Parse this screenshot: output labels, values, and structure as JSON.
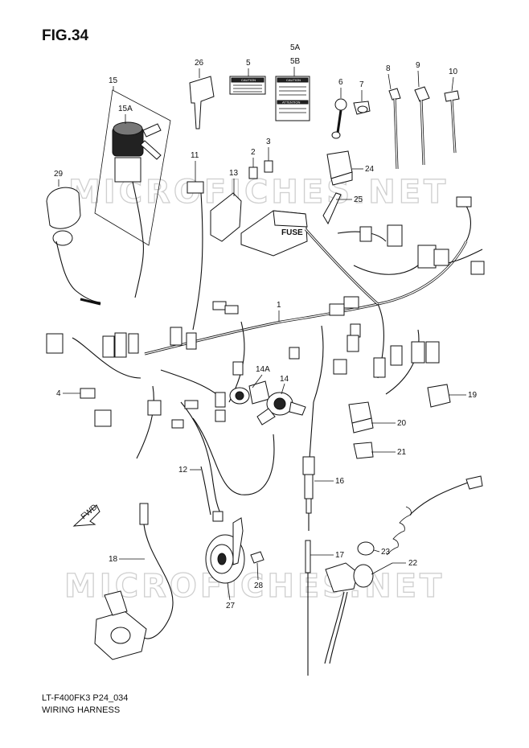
{
  "figure": {
    "title": "FIG.34",
    "model_code": "LT-F400FK3 P24_034",
    "caption": "WIRING HARNESS",
    "watermark": "MICROFICHES.NET"
  },
  "labels": {
    "caution": "CAUTION",
    "attention": "ATTENTION",
    "fuse": "FUSE",
    "fwd": "FWD"
  },
  "callouts": [
    {
      "id": "c1",
      "text": "1"
    },
    {
      "id": "c2",
      "text": "2"
    },
    {
      "id": "c3",
      "text": "3"
    },
    {
      "id": "c4",
      "text": "4"
    },
    {
      "id": "c5",
      "text": "5"
    },
    {
      "id": "c5a",
      "text": "5A"
    },
    {
      "id": "c5b",
      "text": "5B"
    },
    {
      "id": "c6",
      "text": "6"
    },
    {
      "id": "c7",
      "text": "7"
    },
    {
      "id": "c8",
      "text": "8"
    },
    {
      "id": "c9",
      "text": "9"
    },
    {
      "id": "c10",
      "text": "10"
    },
    {
      "id": "c11",
      "text": "11"
    },
    {
      "id": "c12",
      "text": "12"
    },
    {
      "id": "c13",
      "text": "13"
    },
    {
      "id": "c14",
      "text": "14"
    },
    {
      "id": "c14a",
      "text": "14A"
    },
    {
      "id": "c15",
      "text": "15"
    },
    {
      "id": "c15a",
      "text": "15A"
    },
    {
      "id": "c16",
      "text": "16"
    },
    {
      "id": "c17",
      "text": "17"
    },
    {
      "id": "c18",
      "text": "18"
    },
    {
      "id": "c19",
      "text": "19"
    },
    {
      "id": "c20",
      "text": "20"
    },
    {
      "id": "c21",
      "text": "21"
    },
    {
      "id": "c22",
      "text": "22"
    },
    {
      "id": "c23",
      "text": "23"
    },
    {
      "id": "c24",
      "text": "24"
    },
    {
      "id": "c25",
      "text": "25"
    },
    {
      "id": "c26",
      "text": "26"
    },
    {
      "id": "c27",
      "text": "27"
    },
    {
      "id": "c28",
      "text": "28"
    },
    {
      "id": "c29",
      "text": "29"
    }
  ]
}
